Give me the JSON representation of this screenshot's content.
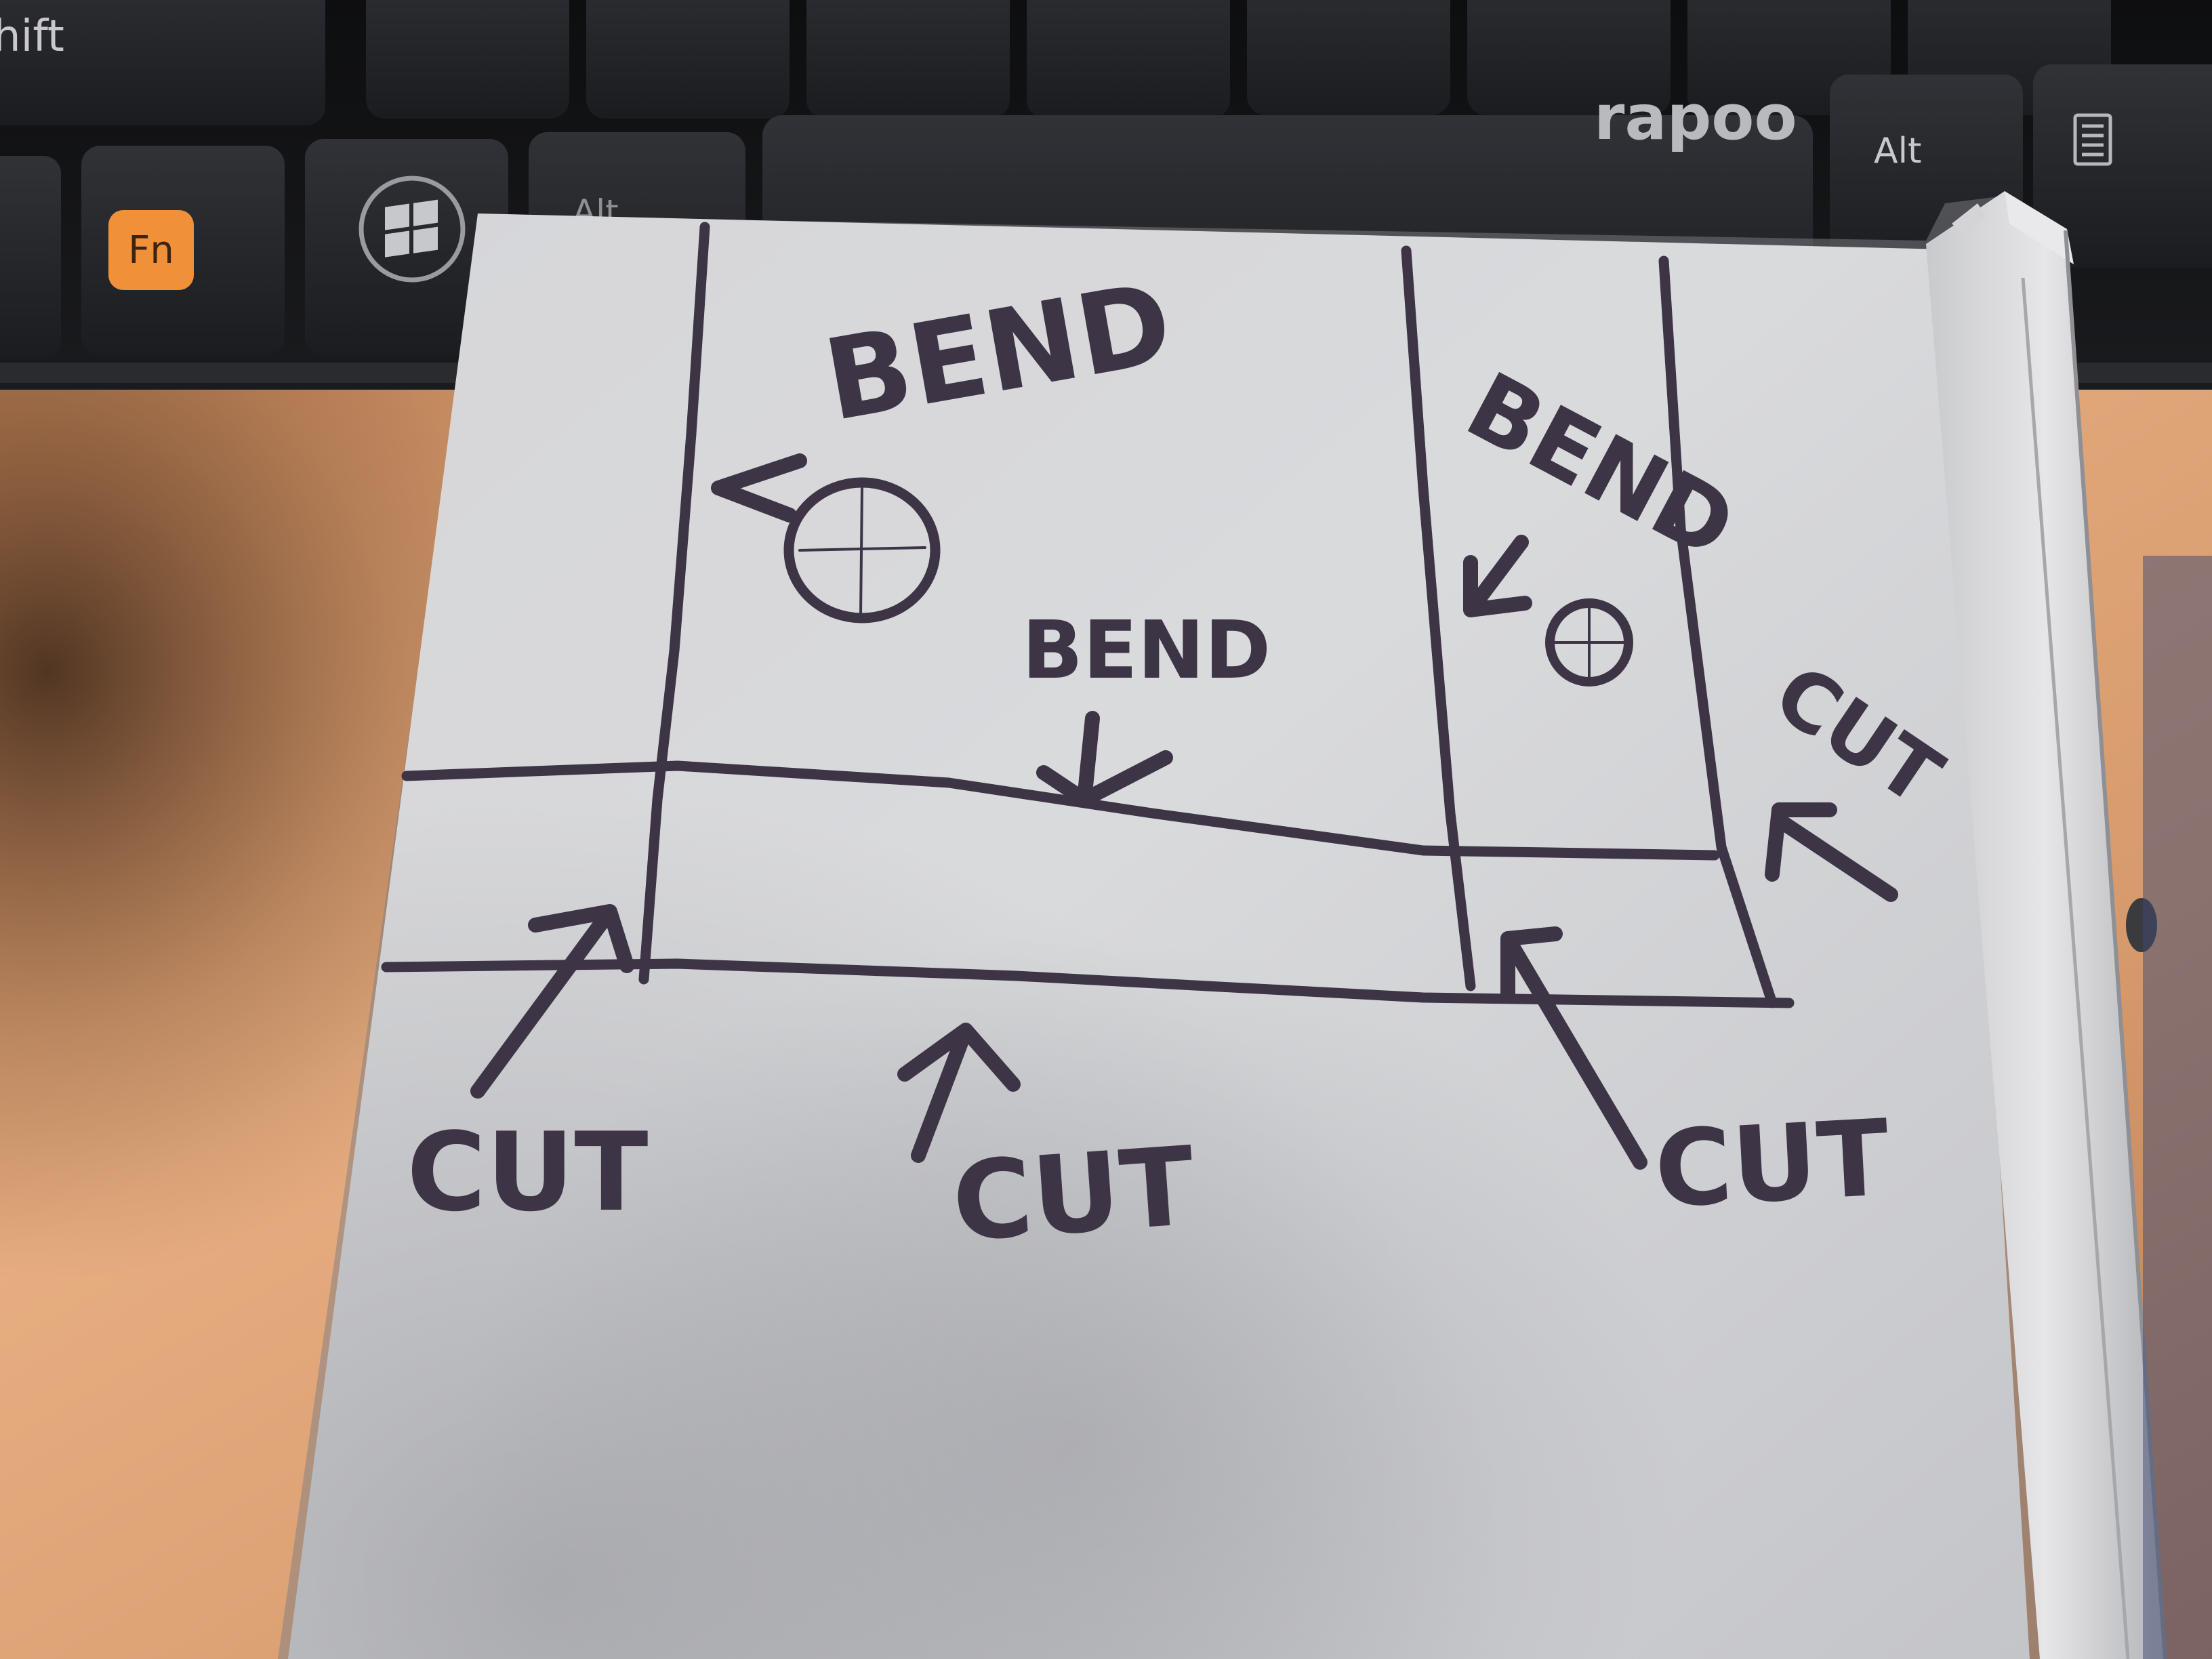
{
  "keyboard": {
    "brand": "rapoo",
    "keys": {
      "shift": "hift",
      "fn": "Fn",
      "alt_right": "Alt",
      "alt_hidden": "Alt"
    }
  },
  "sheet": {
    "labels": {
      "bend_top_left": "BEND",
      "bend_top_right": "BEND",
      "bend_middle": "BEND",
      "cut_right_edge": "CUT",
      "cut_bottom_left": "CUT",
      "cut_bottom_middle": "CUT",
      "cut_bottom_right": "CUT"
    }
  },
  "colors": {
    "marker": "#3d3446",
    "metal": "#d4d4d7",
    "keyboard": "#151618",
    "desk": "#e1a77a",
    "fn_key": "#f0913a"
  }
}
